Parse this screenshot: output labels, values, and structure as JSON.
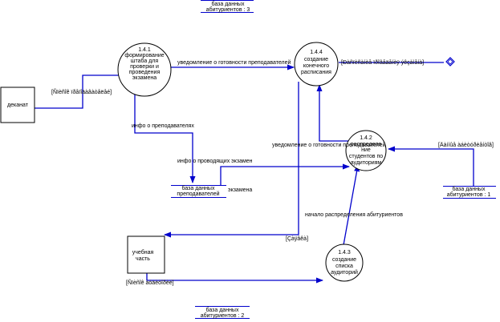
{
  "processes": [
    {
      "id": "1.4.1",
      "lines": [
        "1.4.1",
        "формирование",
        "штаба для",
        "проверки и",
        "проведения",
        "экзамена"
      ]
    },
    {
      "id": "1.4.4",
      "lines": [
        "1.4.4",
        "создание",
        "конечного",
        "расписания"
      ]
    },
    {
      "id": "1.4.2",
      "lines": [
        "1.4.2",
        "распределе",
        "ние",
        "студентов по",
        "аудиториям"
      ]
    },
    {
      "id": "1.4.3",
      "lines": [
        "1.4.3",
        "создание",
        "списка",
        "аудиторий"
      ]
    }
  ],
  "externals": [
    {
      "id": "dekanat",
      "lines": [
        "деканат"
      ]
    },
    {
      "id": "uchebnaya",
      "lines": [
        "учебная",
        "часть"
      ]
    }
  ],
  "stores": [
    {
      "id": "abit3",
      "lines": [
        "база данных",
        "абитуриентов : 3"
      ]
    },
    {
      "id": "prepod",
      "lines": [
        "база данных",
        "преподавателей"
      ]
    },
    {
      "id": "abit1",
      "lines": [
        "база данных",
        "абитуриентов : 1"
      ]
    },
    {
      "id": "abit2",
      "lines": [
        "база данных",
        "абитуриентов : 2"
      ]
    }
  ],
  "flow_labels": {
    "from_dekanat": "[Ñïèñîê ïðåïîäàâàòåëåé]",
    "notify_teachers": "уведомление о готовности преподавателей",
    "final_output": "[Ðàñïèñàíèå ïðîâåäåíèÿ ýêçàìåíà]",
    "teacher_info_1": "инфо о преподавателях",
    "teacher_info_2": "инфо о проводящих экзамен",
    "exam_suffix": "экзамена",
    "notify_teachers_2": "уведомление о готовности преподавателей",
    "from_abit1": "[Äàííûå àáèòóðèåíòîâ]",
    "start_distribution": "начало распределения абитуриентов",
    "to_uchebnaya": "[Çàÿâêà]",
    "from_uchebnaya": "[Ñïèñîê àóäèòîðèé]"
  }
}
